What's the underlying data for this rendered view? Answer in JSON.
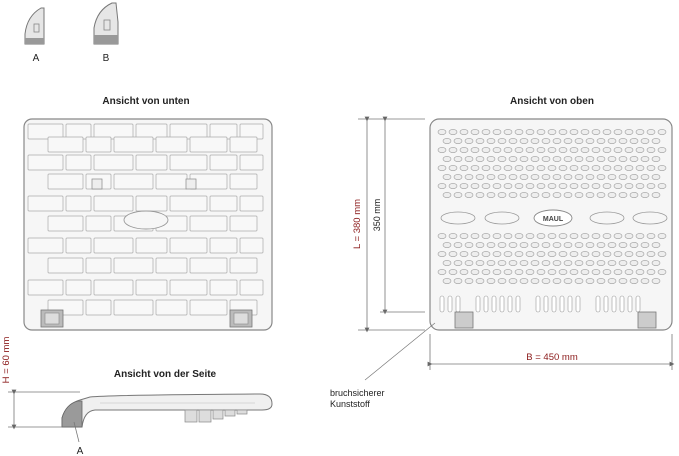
{
  "variants": {
    "a": "A",
    "b": "B"
  },
  "views": {
    "bottom": "Ansicht von unten",
    "top": "Ansicht von oben",
    "side": "Ansicht von der Seite"
  },
  "dimensions": {
    "length": "L = 380 mm",
    "inner": "350 mm",
    "width": "B = 450 mm",
    "height": "H = 60 mm"
  },
  "side_marker": "A",
  "material": {
    "line1": "bruchsicherer",
    "line2": "Kunststoff"
  },
  "logo": "MAUL",
  "colors": {
    "outline": "#888888",
    "dim": "#8b1a1a",
    "fill": "#f6f6f6"
  }
}
